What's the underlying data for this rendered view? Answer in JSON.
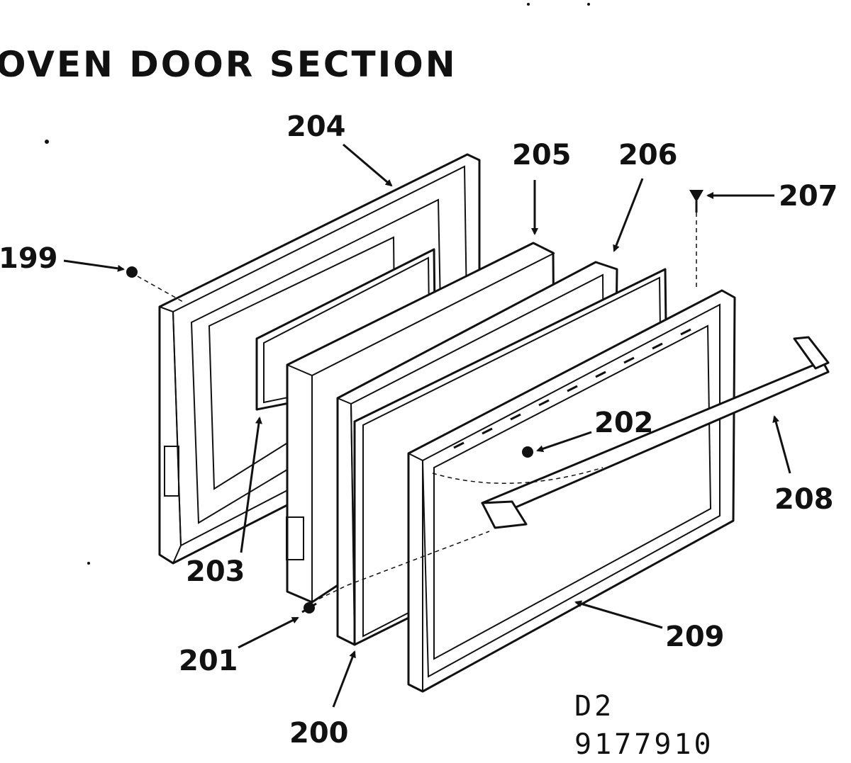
{
  "diagram": {
    "title": "OVEN DOOR SECTION",
    "callouts": {
      "c199": "199",
      "c200": "200",
      "c201": "201",
      "c202": "202",
      "c203": "203",
      "c204": "204",
      "c205": "205",
      "c206": "206",
      "c207": "207",
      "c208": "208",
      "c209": "209"
    },
    "doc_code": "D2",
    "doc_number": "9177910"
  }
}
